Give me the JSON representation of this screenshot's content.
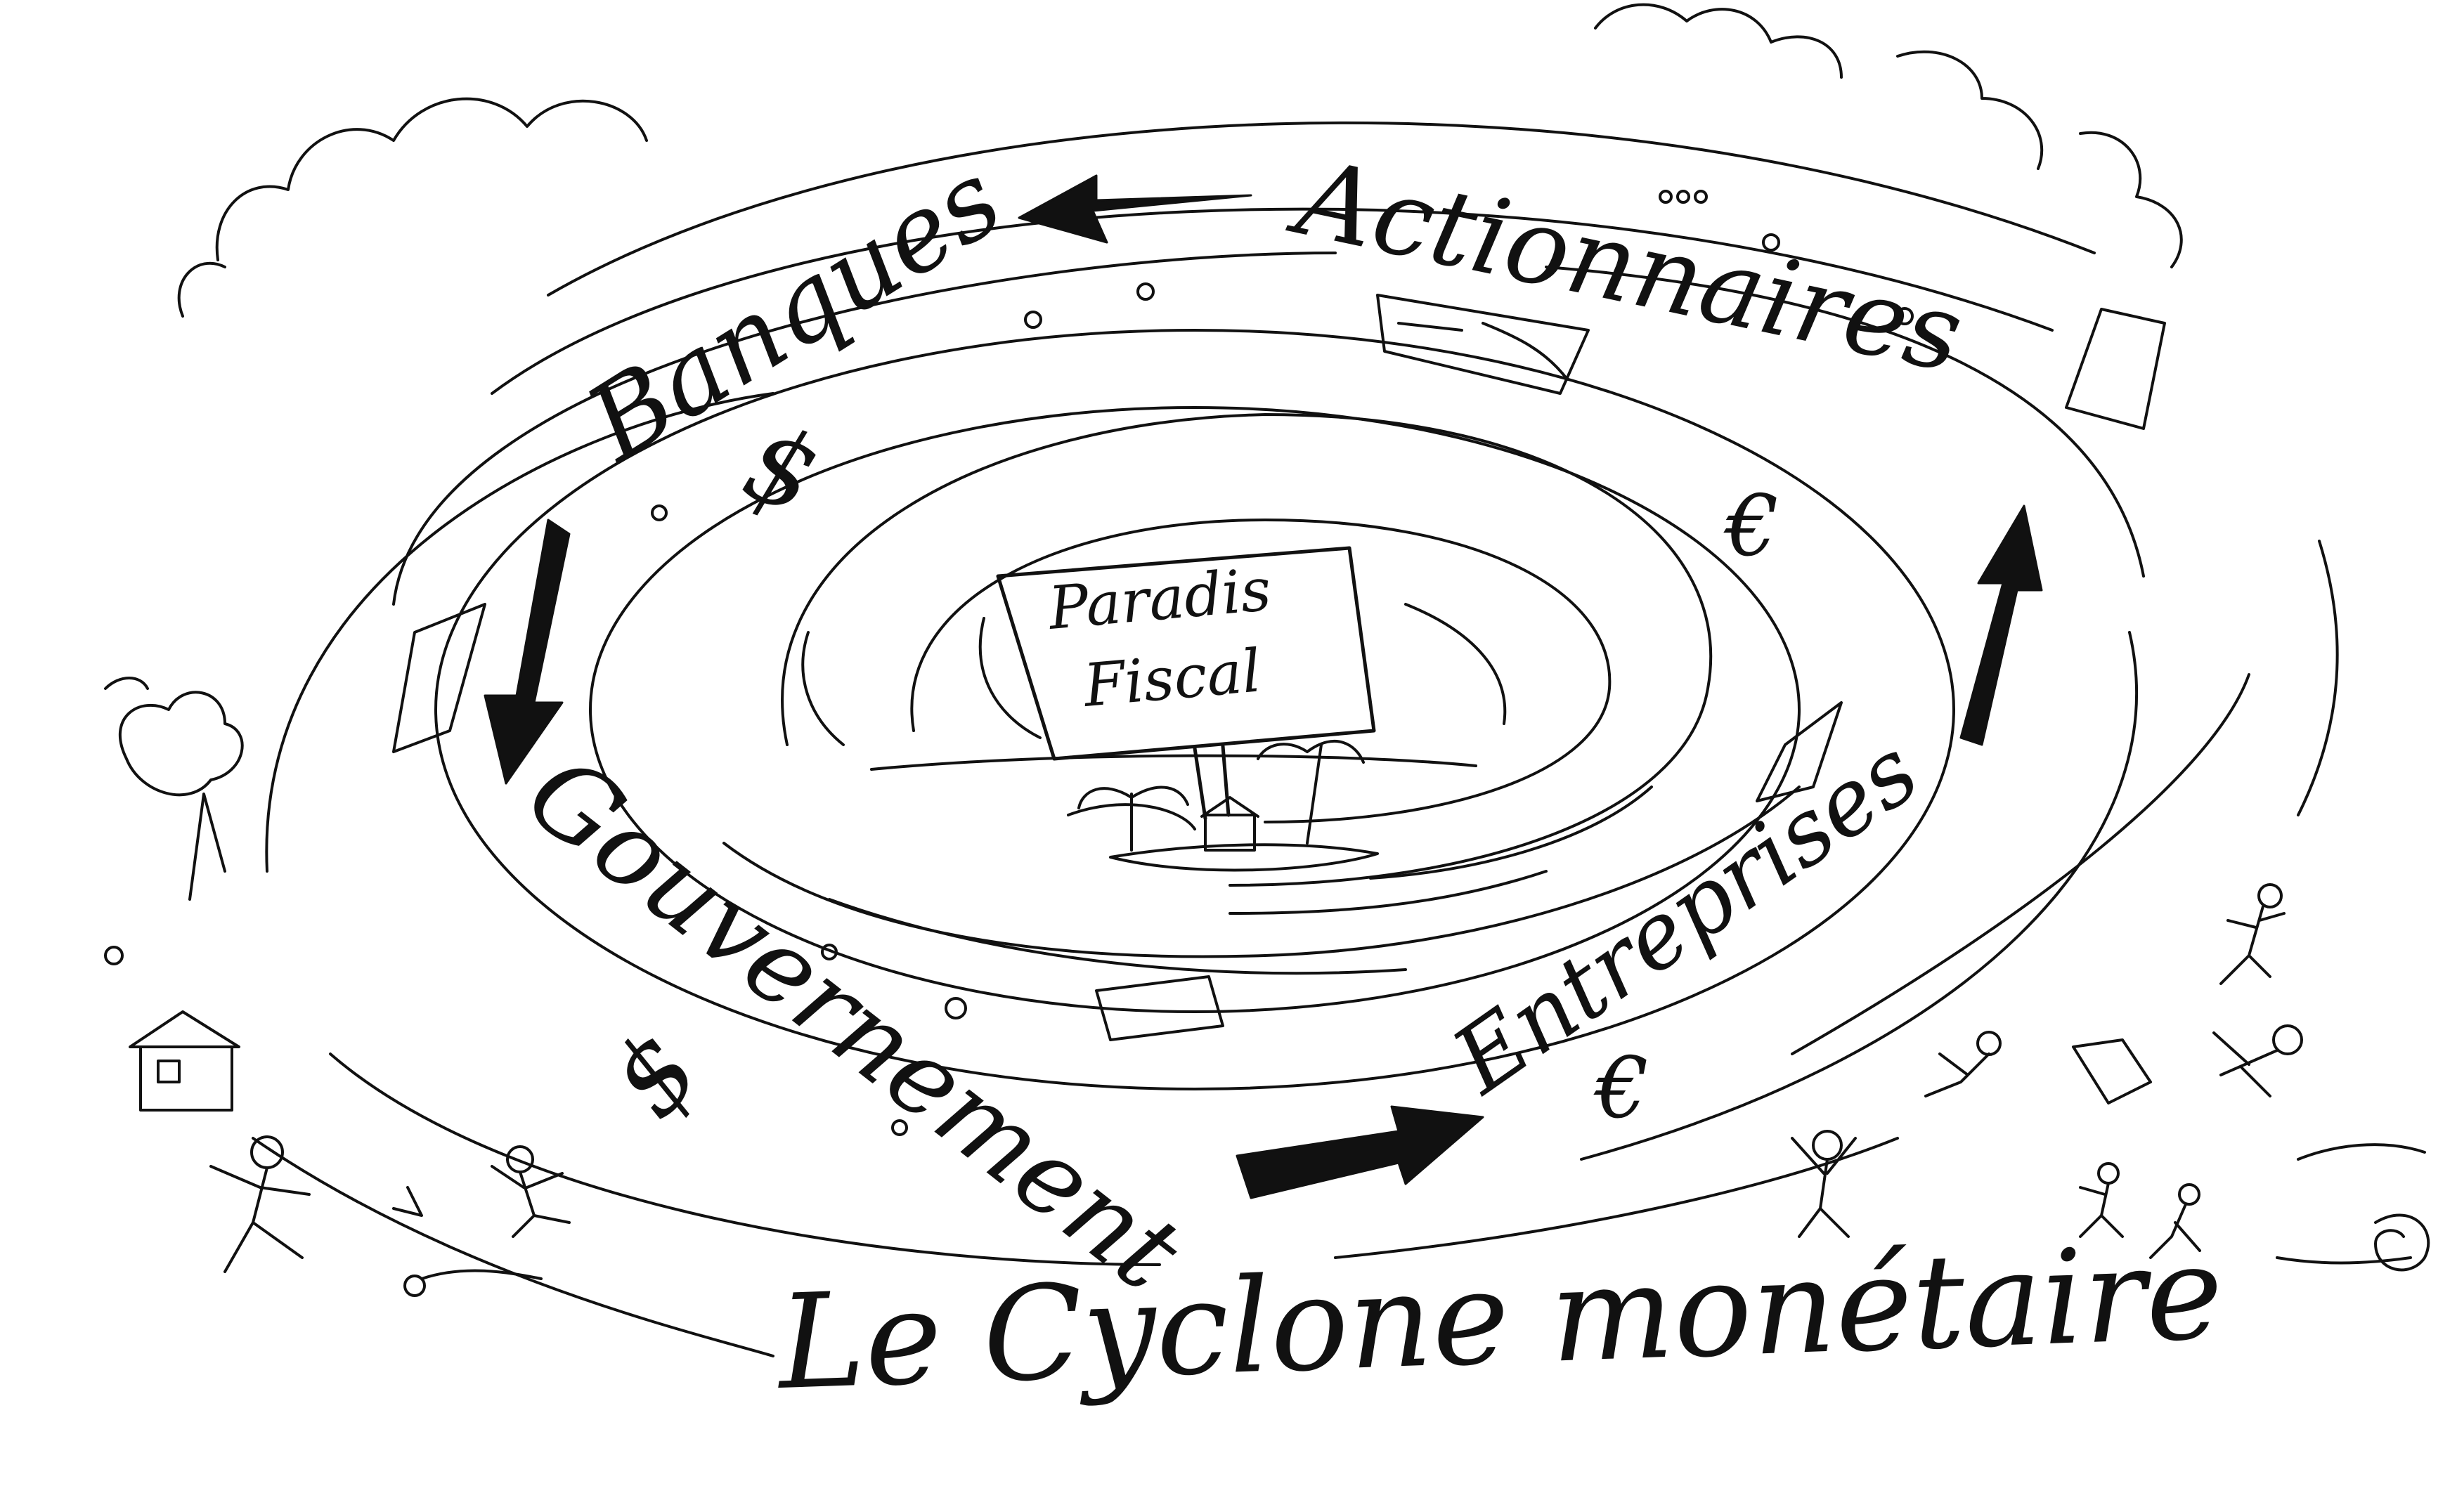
{
  "labels": {
    "banques": "Banques",
    "actionnaires": "Actionnaires",
    "gouvernement": "Gouvernement",
    "entreprises": "Entreprises",
    "sign_line1": "Paradis",
    "sign_line2": "Fiscal",
    "title": "Le Cyclone monétaire"
  },
  "symbols": {
    "dollar": "$",
    "euro": "€"
  },
  "colors": {
    "ink": "#111111",
    "paper": "#ffffff"
  }
}
